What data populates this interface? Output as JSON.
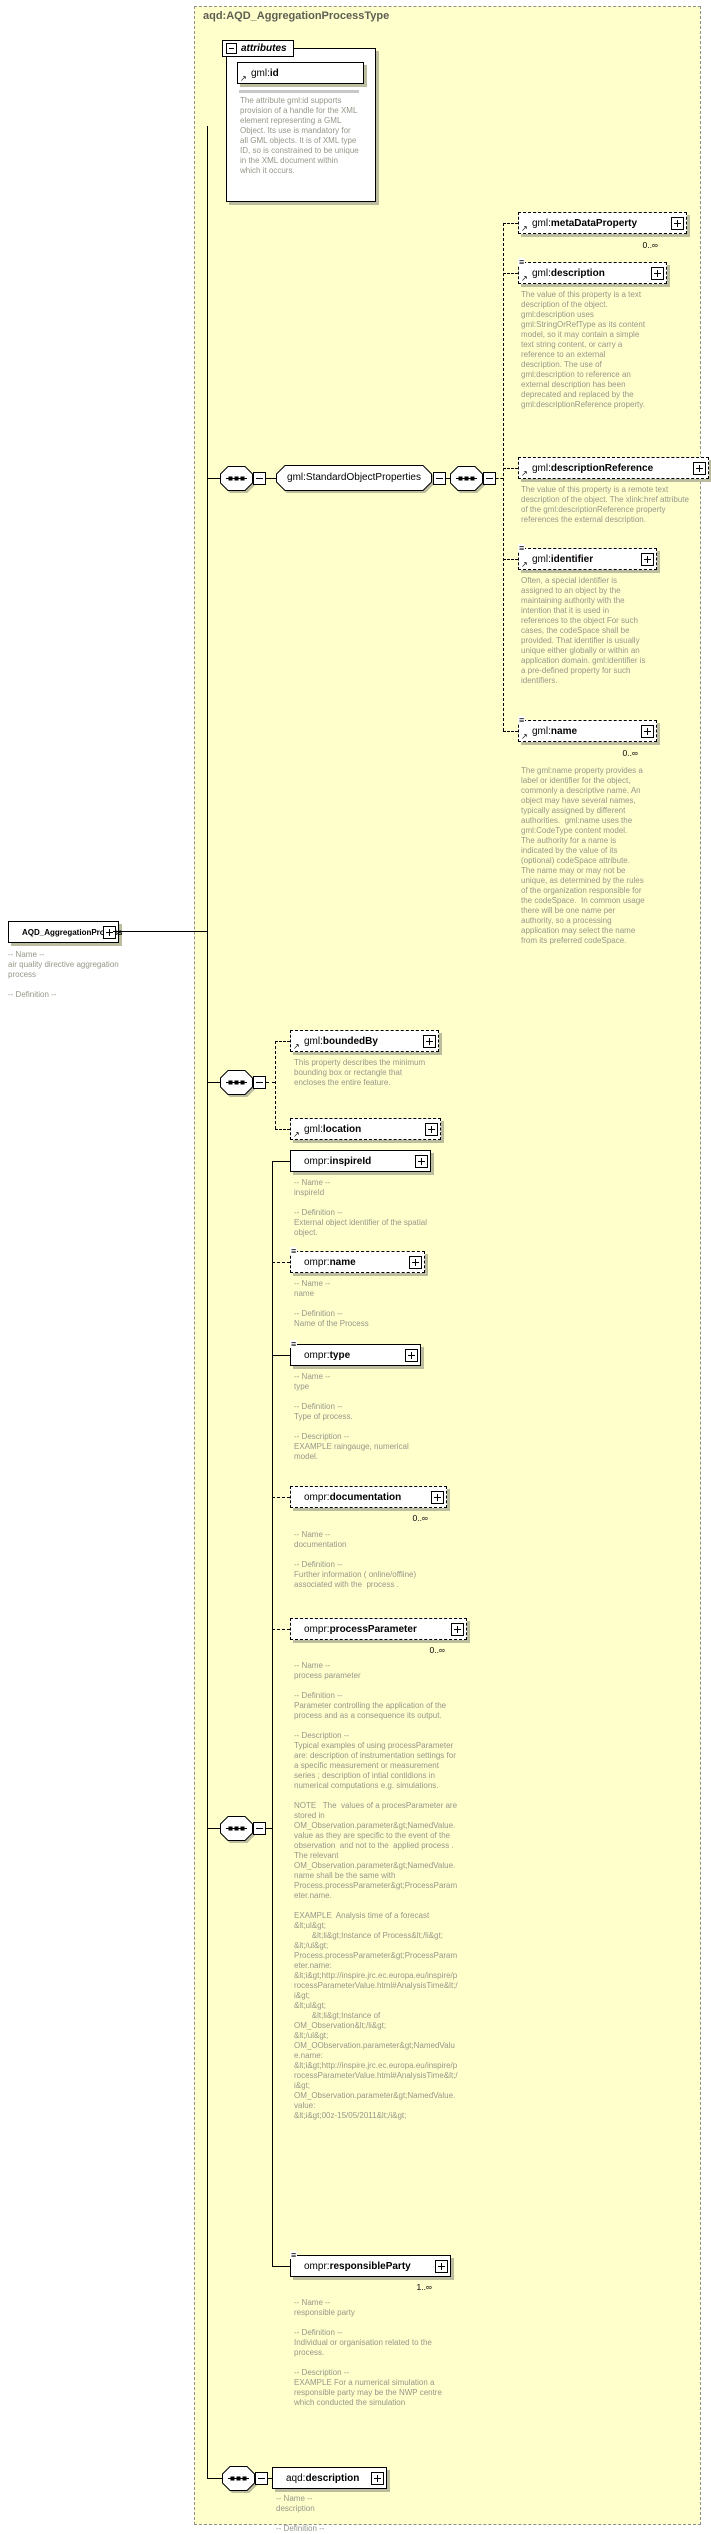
{
  "title": "aqd:AQD_AggregationProcessType",
  "colors": {
    "container_bg": "#ffffcc",
    "container_border": "#8f8f8f",
    "doc_text": "#97978a",
    "box_shadow": "#bcbc9e",
    "title_text": "#5e5e52"
  },
  "attributesGroup": {
    "label": "attributes",
    "gmlId": {
      "prefix": "gml:",
      "local": "id",
      "doc": "The attribute gml:id supports provision of a handle for the XML element representing a GML Object. Its use is mandatory for all GML objects. It is of XML type ID, so is constrained to be unique in the XML document within which it occurs."
    }
  },
  "rootElement": {
    "label": "AQD_AggregationProcess",
    "ann": "-- Name --\nair quality directive aggregation process\n\n-- Definition --"
  },
  "groups": {
    "standardObjectProperties": {
      "label": "gml:StandardObjectProperties"
    }
  },
  "elements": {
    "metaDataProperty": {
      "prefix": "gml:",
      "local": "metaDataProperty",
      "occurs": "0..∞"
    },
    "gmlDescription": {
      "prefix": "gml:",
      "local": "description",
      "doc": "The value of this property is a text description of the object. gml:description uses gml:StringOrRefType as its content model, so it may contain a simple text string content, or carry a reference to an external description. The use of gml:description to reference an external description has been deprecated and replaced by the gml:descriptionReference property."
    },
    "descriptionReference": {
      "prefix": "gml:",
      "local": "descriptionReference",
      "doc": "The value of this property is a remote text description of the object. The xlink:href attribute of the gml:descriptionReference property references the external description."
    },
    "identifier": {
      "prefix": "gml:",
      "local": "identifier",
      "doc": "Often, a special identifier is assigned to an object by the maintaining authority with the intention that it is used in references to the object For such cases, the codeSpace shall be provided. That identifier is usually unique either globally or within an application domain. gml:identifier is a pre-defined property for such identifiers."
    },
    "gmlName": {
      "prefix": "gml:",
      "local": "name",
      "occurs": "0..∞",
      "doc": "The gml:name property provides a label or identifier for the object, commonly a descriptive name. An object may have several names, typically assigned by different authorities.  gml:name uses the gml:CodeType content model.  The authority for a name is indicated by the value of its (optional) codeSpace attribute.  The name may or may not be unique, as determined by the rules of the organization responsible for the codeSpace.  In common usage there will be one name per authority, so a processing application may select the name from its preferred codeSpace."
    },
    "boundedBy": {
      "prefix": "gml:",
      "local": "boundedBy",
      "doc": "This property describes the minimum bounding box or rectangle that encloses the entire feature."
    },
    "location": {
      "prefix": "gml:",
      "local": "location"
    },
    "inspireId": {
      "prefix": "ompr:",
      "local": "inspireId",
      "ann": "-- Name --\ninspireId\n\n-- Definition --\nExternal object identifier of the spatial object."
    },
    "omprName": {
      "prefix": "ompr:",
      "local": "name",
      "ann": "-- Name --\nname\n\n-- Definition --\nName of the Process"
    },
    "omprType": {
      "prefix": "ompr:",
      "local": "type",
      "ann": "-- Name --\ntype\n\n-- Definition --\nType of process.\n\n-- Description --\nEXAMPLE raingauge, numerical model."
    },
    "documentation": {
      "prefix": "ompr:",
      "local": "documentation",
      "occurs": "0..∞",
      "ann": "-- Name --\ndocumentation\n\n-- Definition --\nFurther information ( online/offline) associated with the  process ."
    },
    "processParameter": {
      "prefix": "ompr:",
      "local": "processParameter",
      "occurs": "0..∞",
      "ann": "-- Name --\nprocess parameter\n\n-- Definition --\nParameter controlling the application of the process and as a consequence its output.\n\n-- Description --\nTypical examples of using processParameter are: description of instrumentation settings for a specific measurement or measurement series ; description of intial contidions in numerical computations e.g. simulations.\n\nNOTE   The  values of a procesParameter are stored in OM_Observation.parameter&gt;NamedValue.value as they are specific to the event of the observation  and not to the  applied process .  The relevant OM_Observation.parameter&gt;NamedValue.name shall be the same with Process.processParameter&gt;ProcessParameter.name.\n\nEXAMPLE  Analysis time of a forecast\n&lt;ul&gt;\n        &lt;li&gt;Instance of Process&lt;/li&gt;\n&lt;/ul&gt;\nProcess.processParameter&gt;ProcessParameter.name:\n&lt;i&gt;http://inspire.jrc.ec.europa.eu/inspire/processParameterValue.html#AnalysisTime&lt;/i&gt;\n&lt;ul&gt;\n        &lt;li&gt;Instance of OM_Observation&lt;/li&gt;\n&lt;/ul&gt;\nOM_OObservation.parameter&gt;NamedValue.name:\n&lt;i&gt;http://inspire.jrc.ec.europa.eu/inspire/processParameterValue.html#AnalysisTime&lt;/i&gt;\nOM_Observation.parameter&gt;NamedValue.value:\n&lt;i&gt;00z-15/05/2011&lt;/i&gt;"
    },
    "responsibleParty": {
      "prefix": "ompr:",
      "local": "responsibleParty",
      "occurs": "1..∞",
      "ann": "-- Name --\nresponsible party\n\n-- Definition --\nIndividual or organisation related to the process.\n\n-- Description --\nEXAMPLE For a numerical simulation a responsible party may be the NWP centre which conducted the simulation"
    },
    "aqdDescription": {
      "prefix": "aqd:",
      "local": "description",
      "ann": "-- Name --\ndescription\n\n-- Definition --"
    }
  }
}
